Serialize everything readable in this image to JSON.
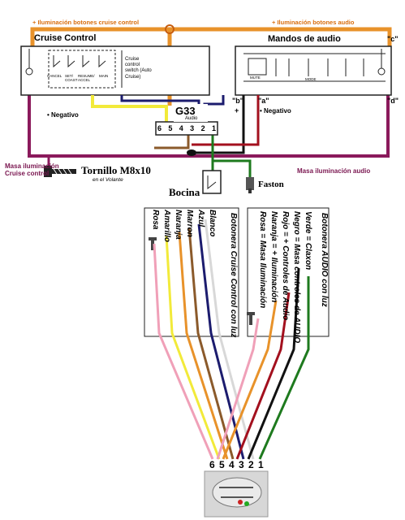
{
  "labels": {
    "top_left_note": "+ Iluminación botones cruise control",
    "top_right_note": "+ Iluminación  botones audio",
    "cruise_title": "Cruise Control",
    "audio_title": "Mandos de audio",
    "cruise_switch_note": "Cruise control switch (Auto Cruise)",
    "btn_cancel": "CANCEL",
    "btn_set": "SET/ COAST",
    "btn_resume": "RESUME/ ACCEL",
    "btn_main": "MAIN",
    "btn_mute": "MUTE",
    "btn_mode": "MODE",
    "point_c": "\"c\"",
    "point_d": "\"d\"",
    "point_b": "\"b\"",
    "point_a": "\"a\"",
    "plus_sign": "+",
    "negativo_left": "• Negativo",
    "negativo_right": "• Negativo",
    "g33": "G33",
    "g33_sub": "Audio",
    "masa_left": "Masa iluminación Cruise control",
    "tornillo": "Tornillo M8x10",
    "volante": "en el Volante",
    "bocina": "Bocina",
    "faston": "Faston",
    "masa_audio": "Masa iluminación audio",
    "pins": [
      "6",
      "5",
      "4",
      "3",
      "2",
      "1"
    ]
  },
  "cruise_box": {
    "title": "Botonera Cruise Control con luz",
    "wires": [
      "Blanco",
      "Azul",
      "Marron",
      "Naranja",
      "Amarillo",
      "Rosa"
    ]
  },
  "audio_box": {
    "title": "Botonera AUDIO con luz",
    "wires": [
      "Verde = Claxon",
      "Negro = Masa controles de AUDIO",
      "Rojo = + Controles de Audio",
      "Naranja = + Iluminación",
      "Rosa = Masa Iluminación"
    ]
  },
  "bottom_pins": "6 5 4 3 2 1",
  "colors": {
    "orange": "#e8922a",
    "purple": "#8b1a5c",
    "navy": "#1c1c6e",
    "yellow": "#f2ea3a",
    "green": "#1e7a1e",
    "red": "#a3101e",
    "brown": "#8b5a2b",
    "pink": "#f0a0b8"
  }
}
